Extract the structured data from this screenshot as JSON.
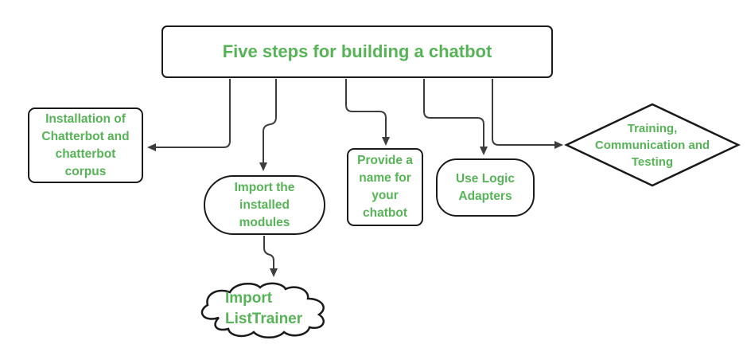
{
  "header": {
    "title": "Five steps for building a chatbot"
  },
  "nodes": {
    "installation": {
      "label": "Installation of\nChatterbot and\nchatterbot\ncorpus",
      "shape": "rectangle"
    },
    "import_modules": {
      "label": "Import the\ninstalled\nmodules",
      "shape": "stadium"
    },
    "provide_name": {
      "label": "Provide a\nname for\nyour\nchatbot",
      "shape": "rectangle"
    },
    "logic_adapters": {
      "label": "Use Logic\nAdapters",
      "shape": "rounded-rectangle"
    },
    "training": {
      "label": "Training,\nCommunication and\nTesting",
      "shape": "diamond"
    },
    "list_trainer": {
      "label": "Import\nListTrainer",
      "shape": "cloud"
    }
  },
  "colors": {
    "text": "#56b456",
    "shape_stroke": "#1a1a1a",
    "connector": "#3d3d3d",
    "background": "#ffffff"
  }
}
